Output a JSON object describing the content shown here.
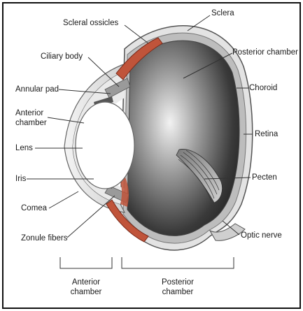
{
  "labels": {
    "scleral_ossicles": "Scleral ossicles",
    "sclera": "Sclera",
    "ciliary_body": "Ciliary body",
    "posterior_chamber": "Posterior chamber",
    "annular_pad": "Annular pad",
    "choroid": "Choroid",
    "anterior_chamber_line1": "Anterior",
    "anterior_chamber_line2": "chamber",
    "retina": "Retina",
    "lens": "Lens",
    "iris": "Iris",
    "pecten": "Pecten",
    "cornea": "Comea",
    "zonule_fibers": "Zonule fibers",
    "optic_nerve": "Optic nerve",
    "bottom_anterior_line1": "Anterior",
    "bottom_anterior_line2": "chamber",
    "bottom_posterior_line1": "Posterior",
    "bottom_posterior_line2": "chamber"
  },
  "colors": {
    "border": "#111111",
    "sclera": "#d8d8d8",
    "eyeball_dark": "#2e2e2e",
    "ossicle": "#c0543a",
    "lens": "#ffffff",
    "line": "#333333"
  }
}
